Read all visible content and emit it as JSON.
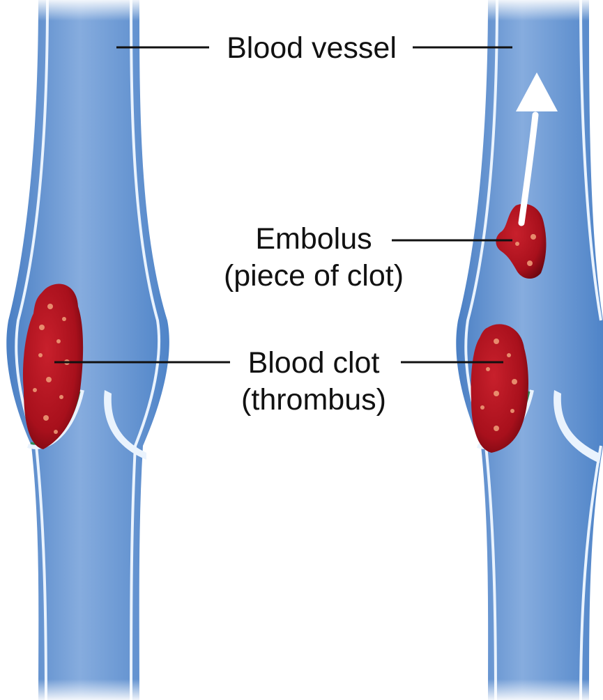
{
  "labels": {
    "blood_vessel": "Blood vessel",
    "embolus_line1": "Embolus",
    "embolus_line2": "(piece of clot)",
    "clot_line1": "Blood clot",
    "clot_line2": "(thrombus)"
  },
  "colors": {
    "vessel": "#5b8fd0",
    "vessel_light": "#8fb5e6",
    "vessel_wall": "#eaf3fd",
    "clot": "#b51422",
    "clot_dark": "#7c0a14",
    "clot_spot": "#f0a07a",
    "valve_edge": "#2e8b57"
  }
}
